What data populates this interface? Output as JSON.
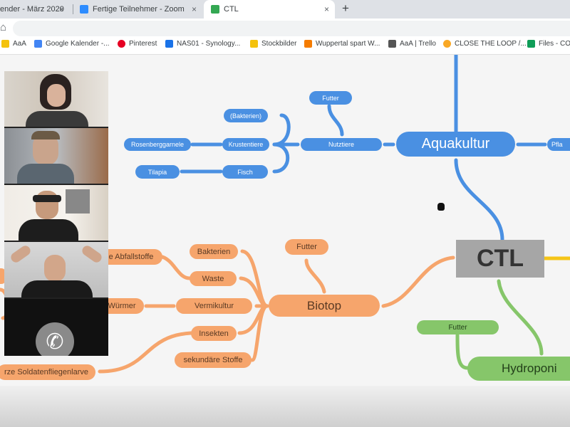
{
  "browser": {
    "tabs": [
      {
        "title": "ender - März 2020",
        "favicon": "calendar-icon",
        "color": "#4285f4"
      },
      {
        "title": "Fertige Teilnehmer - Zoom",
        "favicon": "zoom-icon",
        "color": "#2d8cff"
      },
      {
        "title": "CTL",
        "favicon": "ctl-icon",
        "color": "#34a853"
      }
    ],
    "new_tab": "+",
    "close": "×",
    "home": "⌂"
  },
  "bookmarks": [
    {
      "label": "AaA",
      "icon": "folder-icon",
      "color": "#f4c20d"
    },
    {
      "label": "Google Kalender -...",
      "icon": "calendar-icon",
      "color": "#4285f4"
    },
    {
      "label": "Pinterest",
      "icon": "pinterest-icon",
      "color": "#e60023"
    },
    {
      "label": "NAS01 - Synology...",
      "icon": "synology-icon",
      "color": "#1a73e8"
    },
    {
      "label": "Stockbilder",
      "icon": "folder-icon",
      "color": "#f4c20d"
    },
    {
      "label": "Wuppertal spart W...",
      "icon": "triangle-icon",
      "color": "#f57c00"
    },
    {
      "label": "AaA | Trello",
      "icon": "trello-icon",
      "color": "#555555"
    },
    {
      "label": "CLOSE THE LOOP /...",
      "icon": "loop-icon",
      "color": "#f9a825"
    },
    {
      "label": "Files - COS",
      "icon": "files-icon",
      "color": "#0f9d58"
    }
  ],
  "mindmap": {
    "central": "CTL",
    "blue": {
      "hub": "Aquakultur",
      "nutztiere": "Nutztiere",
      "futter": "Futter",
      "bakterien": "(Bakterien)",
      "krustentiere": "Krustentiere",
      "fisch": "Fisch",
      "rosenberg": "Rosenberggarnele",
      "tilapia": "Tilapia",
      "pfla": "Pfla"
    },
    "orange": {
      "hub": "Biotop",
      "futter": "Futter",
      "bakterien": "Bakterien",
      "waste": "Waste",
      "vermikultur": "Vermikultur",
      "insekten": "Insekten",
      "sekundaer": "sekundäre Stoffe",
      "abfallstoffe": "e Abfallstoffe",
      "wuermer": "Würmer",
      "soldaten": "rze Soldatenfliegenlarve"
    },
    "green": {
      "hub": "Hydroponi",
      "futter": "Futter"
    }
  },
  "colors": {
    "blue": "#4a90e2",
    "orange": "#f6a56c",
    "green": "#86c66a",
    "ctl": "#a6a6a6",
    "yellow": "#f5c518"
  },
  "video": {
    "participants": [
      "participant-1",
      "participant-2",
      "participant-3",
      "participant-4"
    ],
    "call_icon": "phone-icon"
  }
}
